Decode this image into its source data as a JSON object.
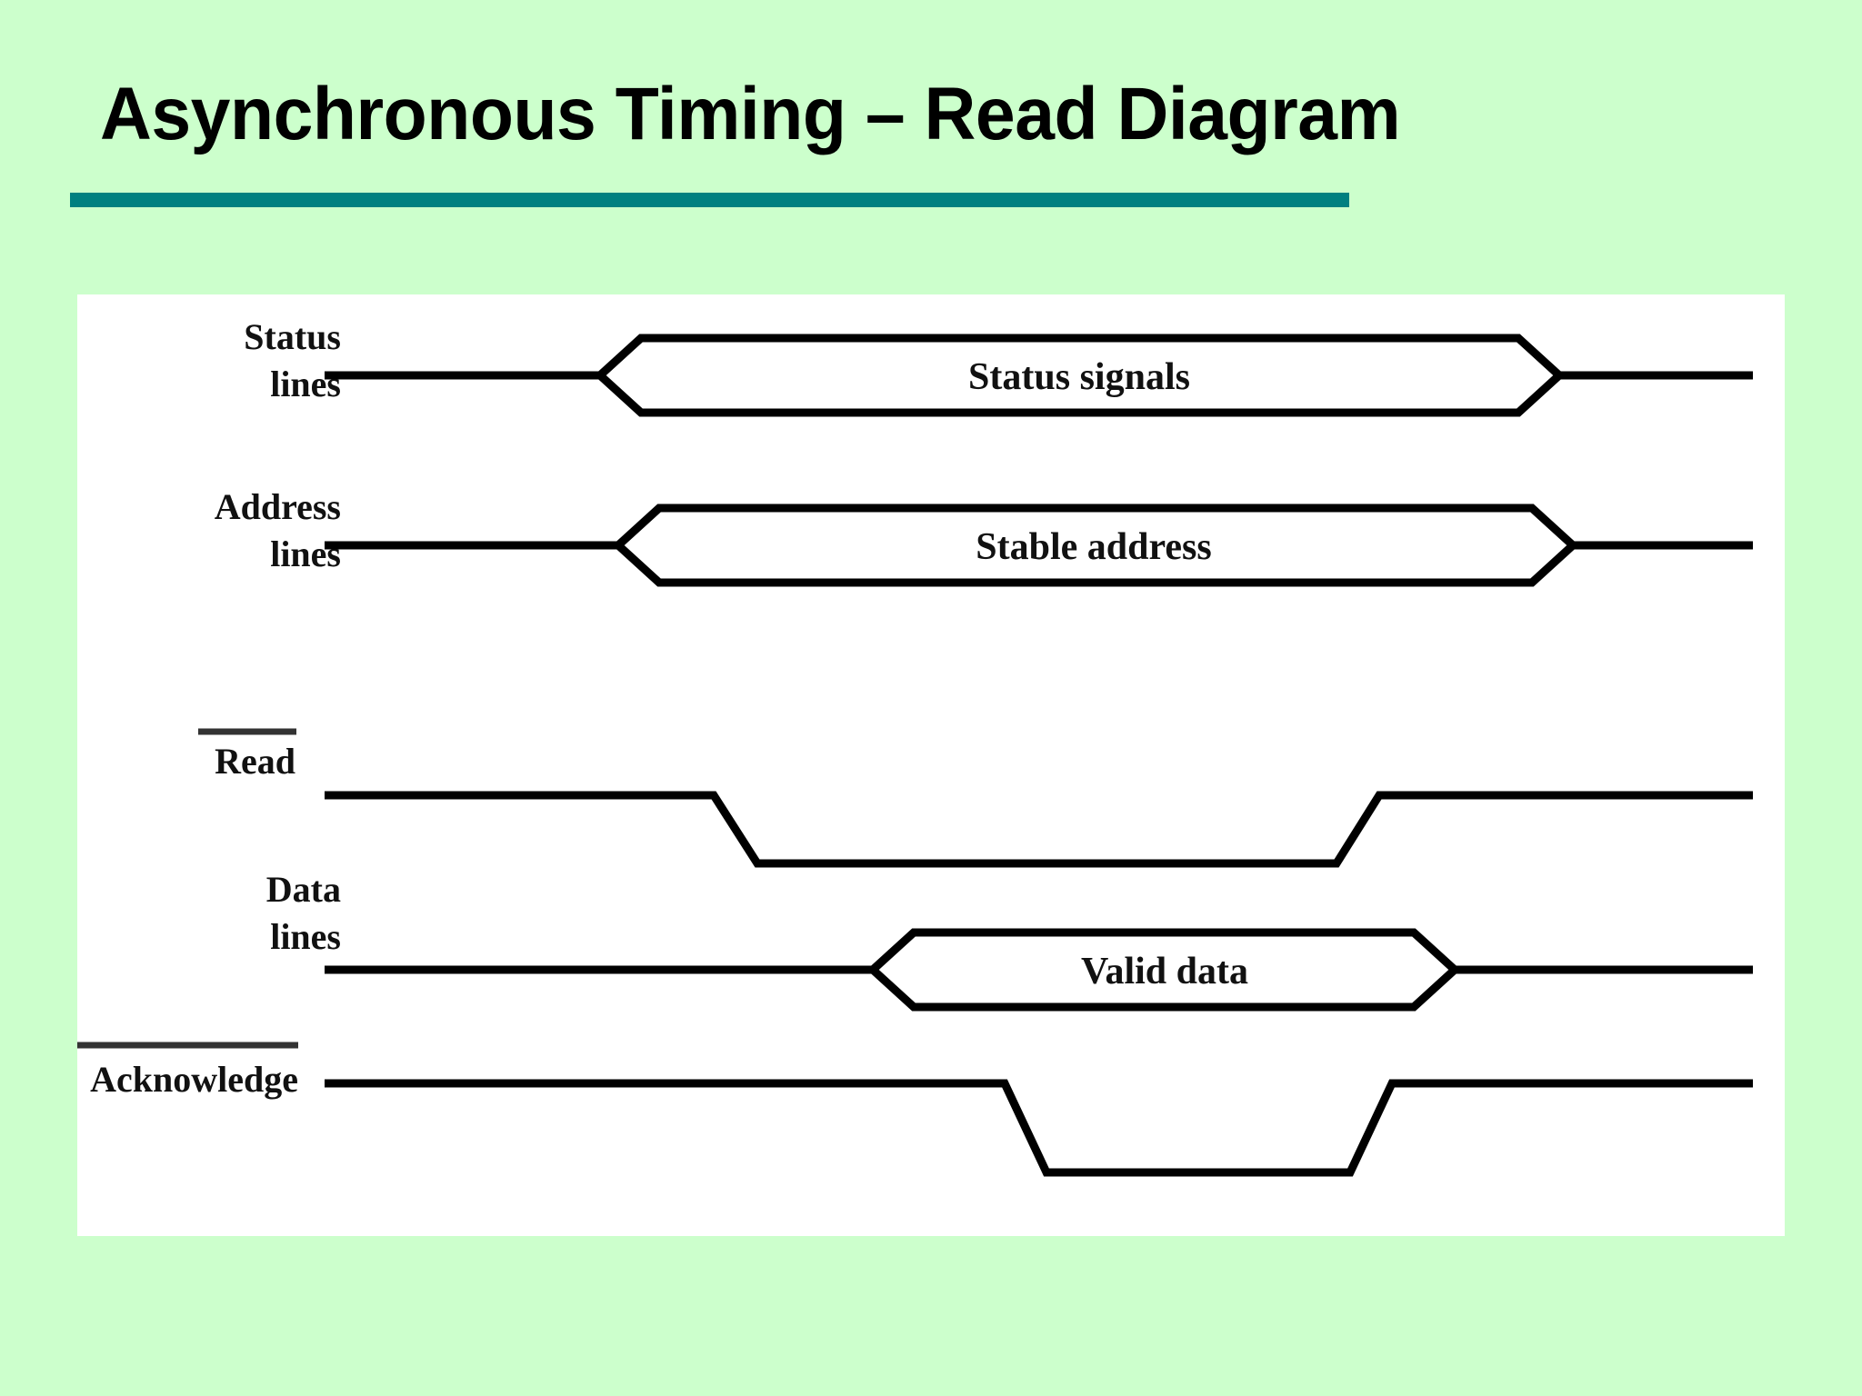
{
  "slide": {
    "background_color": "#ccffcc",
    "title": "Asynchronous Timing – Read Diagram",
    "title_color": "#000000",
    "rule_color": "#008080",
    "panel_background": "#ffffff"
  },
  "diagram": {
    "type": "timing-diagram",
    "name": "Asynchronous bus read cycle",
    "signals": [
      {
        "id": "status-lines",
        "label_lines": [
          "Status",
          "lines"
        ],
        "overbar": false,
        "waveform": "valid-window",
        "window_text": "Status signals",
        "start": 660,
        "end": 1715
      },
      {
        "id": "address-lines",
        "label_lines": [
          "Address",
          "lines"
        ],
        "overbar": false,
        "waveform": "valid-window",
        "window_text": "Stable address",
        "start": 680,
        "end": 1730
      },
      {
        "id": "read",
        "label_lines": [
          "Read"
        ],
        "overbar": true,
        "waveform": "active-low-pulse",
        "window_text": "",
        "start": 785,
        "end": 1515
      },
      {
        "id": "data-lines",
        "label_lines": [
          "Data",
          "lines"
        ],
        "overbar": false,
        "waveform": "valid-window",
        "window_text": "Valid data",
        "start": 960,
        "end": 1600
      },
      {
        "id": "acknowledge",
        "label_lines": [
          "Acknowledge"
        ],
        "overbar": true,
        "waveform": "active-low-pulse",
        "window_text": "",
        "start": 1105,
        "end": 1600
      }
    ]
  },
  "chart_data": {
    "type": "line",
    "title": "Asynchronous Timing – Read Diagram",
    "xlabel": "",
    "ylabel": "",
    "series": [
      {
        "name": "Status lines",
        "annotation": "Status signals",
        "kind": "bus-window",
        "transitions": [
          {
            "t": 0.0,
            "state": "invalid"
          },
          {
            "t": 0.17,
            "state": "valid"
          },
          {
            "t": 0.8,
            "state": "invalid"
          }
        ]
      },
      {
        "name": "Address lines",
        "annotation": "Stable address",
        "kind": "bus-window",
        "transitions": [
          {
            "t": 0.0,
            "state": "invalid"
          },
          {
            "t": 0.18,
            "state": "valid"
          },
          {
            "t": 0.81,
            "state": "invalid"
          }
        ]
      },
      {
        "name": "Read",
        "annotation": "",
        "kind": "active-low",
        "transitions": [
          {
            "t": 0.0,
            "state": "high"
          },
          {
            "t": 0.25,
            "state": "low"
          },
          {
            "t": 0.7,
            "state": "high"
          }
        ]
      },
      {
        "name": "Data lines",
        "annotation": "Valid data",
        "kind": "bus-window",
        "transitions": [
          {
            "t": 0.0,
            "state": "invalid"
          },
          {
            "t": 0.35,
            "state": "valid"
          },
          {
            "t": 0.73,
            "state": "invalid"
          }
        ]
      },
      {
        "name": "Acknowledge",
        "annotation": "",
        "kind": "active-low",
        "transitions": [
          {
            "t": 0.0,
            "state": "high"
          },
          {
            "t": 0.45,
            "state": "low"
          },
          {
            "t": 0.73,
            "state": "high"
          }
        ]
      }
    ],
    "legend": "none",
    "grid": false
  }
}
